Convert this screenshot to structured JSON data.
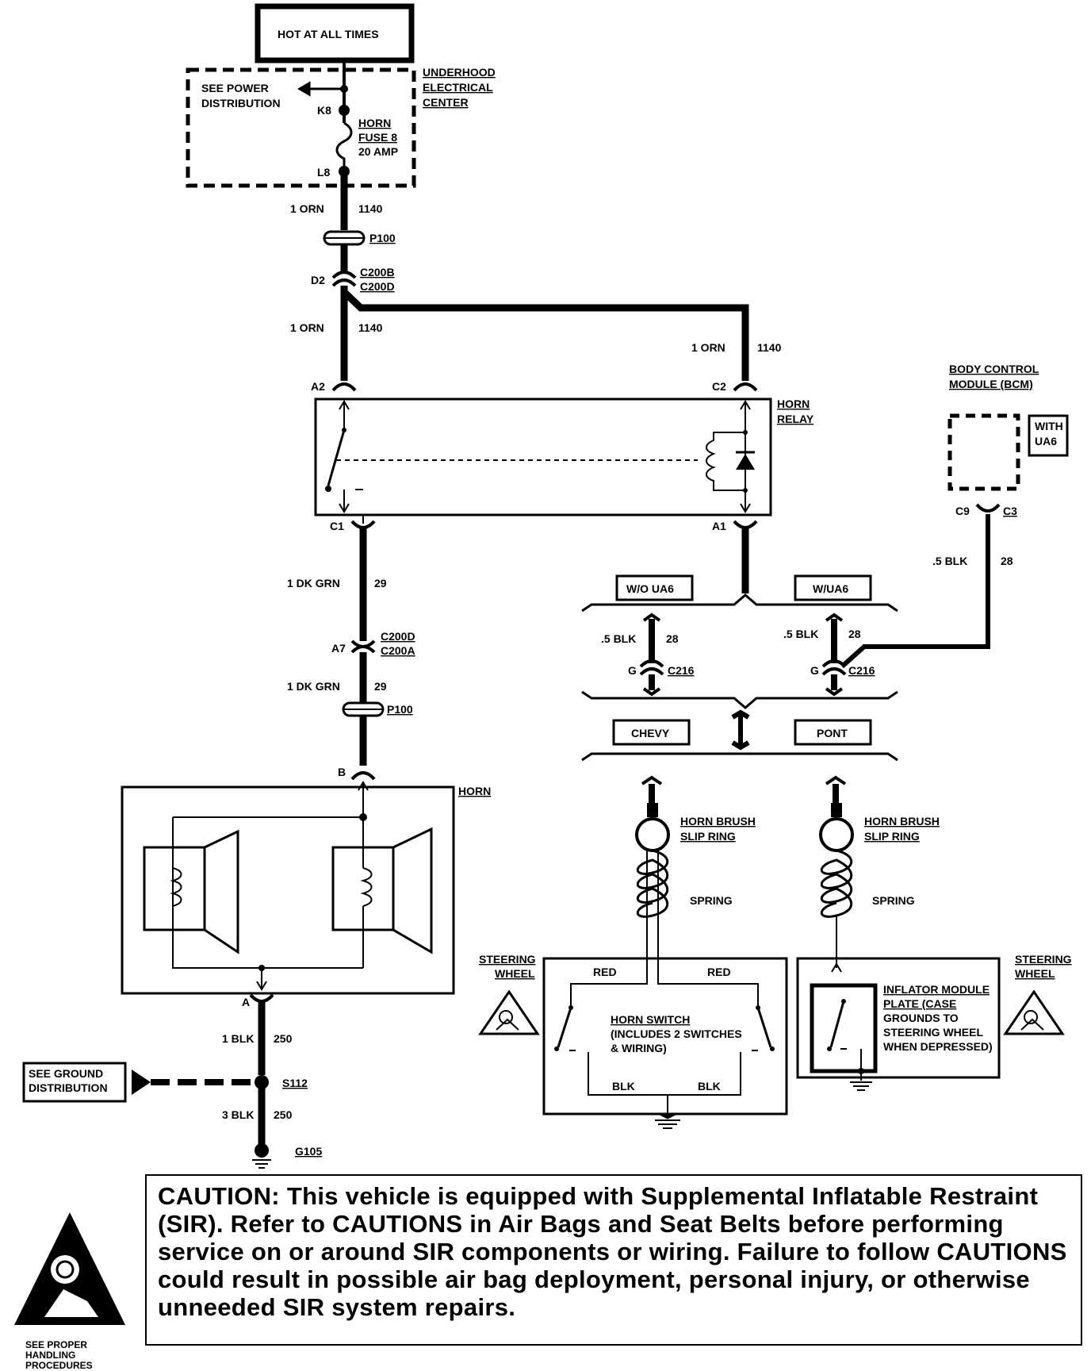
{
  "labels": {
    "hot_at_all_times": "HOT AT ALL TIMES",
    "see_power_1": "SEE POWER",
    "see_power_2": "DISTRIBUTION",
    "underhood_1": "UNDERHOOD",
    "underhood_2": "ELECTRICAL",
    "underhood_3": "CENTER",
    "k8": "K8",
    "l8": "L8",
    "horn_fuse_1": "HORN",
    "horn_fuse_2": "FUSE 8",
    "horn_fuse_3": "20 AMP",
    "w1_size": "1 ORN",
    "w1_num": "1140",
    "p100_top": "P100",
    "d2": "D2",
    "c200b": "C200B",
    "c200d_top": "C200D",
    "w2_size": "1 ORN",
    "w2_num": "1140",
    "w3_size": "1 ORN",
    "w3_num": "1140",
    "a2": "A2",
    "c2": "C2",
    "horn_relay_1": "HORN",
    "horn_relay_2": "RELAY",
    "bcm_1": "BODY CONTROL",
    "bcm_2": "MODULE (BCM)",
    "with_1": "WITH",
    "with_2": "UA6",
    "c9": "C9",
    "c3": "C3",
    "w_bcm_size": ".5 BLK",
    "w_bcm_num": "28",
    "c1": "C1",
    "a1": "A1",
    "w4_size": "1 DK GRN",
    "w4_num": "29",
    "a7": "A7",
    "c200d_mid": "C200D",
    "c200a": "C200A",
    "w5_size": "1 DK GRN",
    "w5_num": "29",
    "p100_mid": "P100",
    "b": "B",
    "horn": "HORN",
    "wo_ua6": "W/O UA6",
    "w_ua6": "W/UA6",
    "w6_size": ".5 BLK",
    "w6_num": "28",
    "w7_size": ".5 BLK",
    "w7_num": "28",
    "g_left": "G",
    "c216_left": "C216",
    "g_right": "G",
    "c216_right": "C216",
    "chevy": "CHEVY",
    "pont": "PONT",
    "slip_l_1": "HORN BRUSH",
    "slip_l_2": "SLIP RING",
    "slip_r_1": "HORN BRUSH",
    "slip_r_2": "SLIP RING",
    "spring_l": "SPRING",
    "spring_r": "SPRING",
    "steer_l_1": "STEERING",
    "steer_l_2": "WHEEL",
    "steer_r_1": "STEERING",
    "steer_r_2": "WHEEL",
    "red_l": "RED",
    "red_r": "RED",
    "horn_switch_1": "HORN SWITCH",
    "horn_switch_2": "(INCLUDES 2 SWITCHES",
    "horn_switch_3": "& WIRING)",
    "blk_l": "BLK",
    "blk_r": "BLK",
    "inflator_1": "INFLATOR MODULE",
    "inflator_2": "PLATE (CASE",
    "inflator_3": "GROUNDS TO",
    "inflator_4": "STEERING WHEEL",
    "inflator_5": "WHEN DEPRESSED)",
    "a_horn": "A",
    "w8_size": "1 BLK",
    "w8_num": "250",
    "see_ground_1": "SEE GROUND",
    "see_ground_2": "DISTRIBUTION",
    "s112": "S112",
    "w9_size": "3 BLK",
    "w9_num": "250",
    "g105": "G105"
  },
  "caution_text": "CAUTION:     This vehicle is equipped with Supplemental Inflatable Restraint (SIR).  Refer to CAUTIONS in Air Bags and Seat Belts before performing service on or around SIR components or wiring.  Failure to follow CAUTIONS could result in possible air bag deployment, personal injury, or otherwise unneeded SIR system repairs.",
  "handling_1": "SEE PROPER",
  "handling_2": "HANDLING",
  "handling_3": "PROCEDURES"
}
